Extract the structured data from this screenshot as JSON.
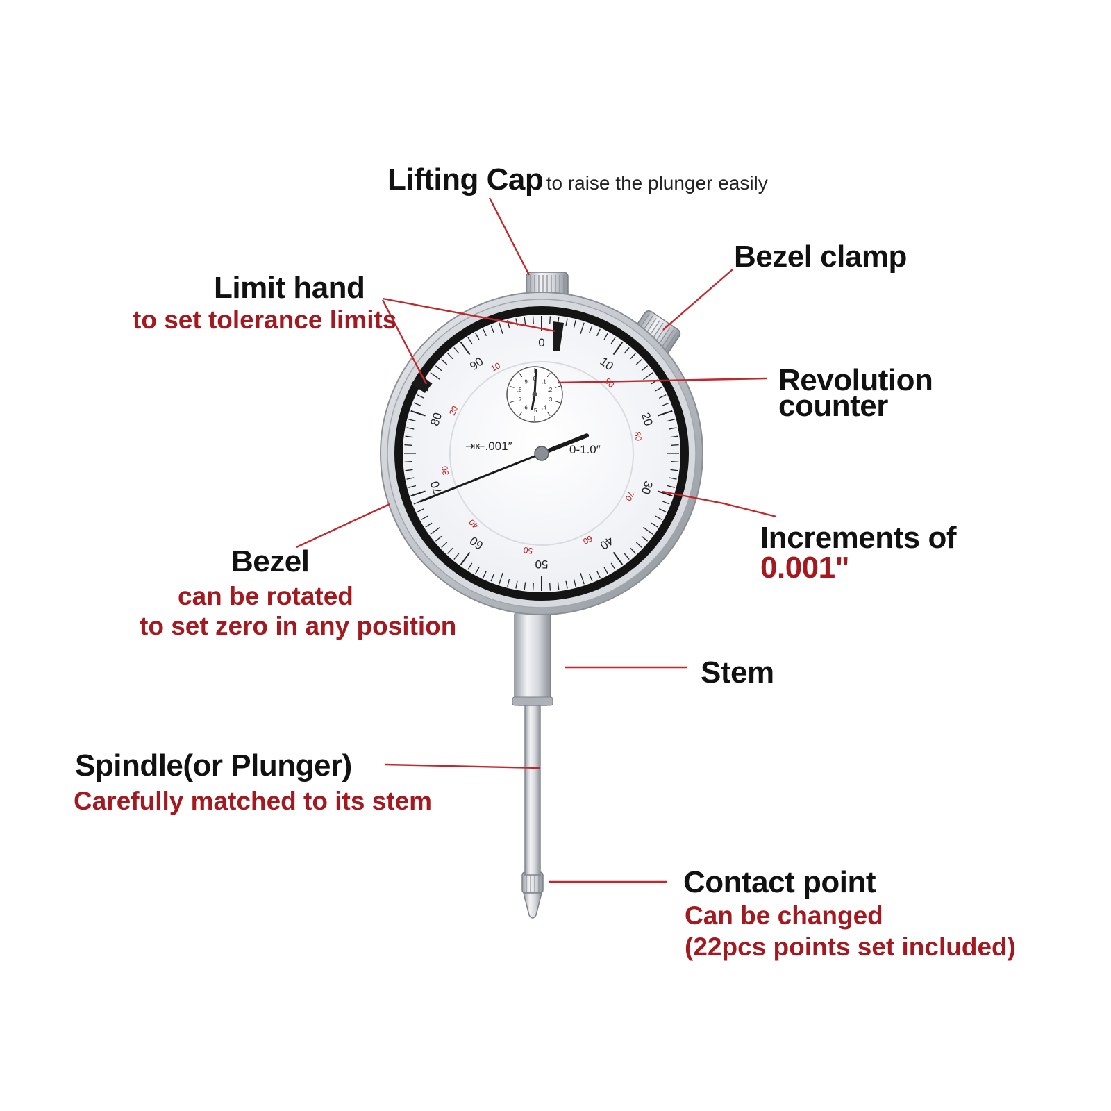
{
  "colors": {
    "label_primary": "#111111",
    "label_secondary": "#a3191f",
    "leader_line": "#c0282e",
    "dial_ring": "#141414",
    "dial_face": "#f7f8fb",
    "metal": "#c9ccd1",
    "scale_red": "#b22020"
  },
  "labels": {
    "lifting_cap": {
      "title": "Lifting Cap",
      "desc": "to raise the plunger easily"
    },
    "bezel_clamp": {
      "title": "Bezel clamp"
    },
    "limit_hand": {
      "title": "Limit hand",
      "desc": "to set tolerance limits"
    },
    "revolution_counter": {
      "line1": "Revolution",
      "line2": "counter"
    },
    "increments": {
      "line1": "Increments of",
      "line2": "0.001\""
    },
    "bezel": {
      "title": "Bezel",
      "desc1": "can be rotated",
      "desc2": "to set zero in any position"
    },
    "stem": {
      "title": "Stem"
    },
    "spindle": {
      "title": "Spindle(or Plunger)",
      "desc": "Carefully matched to its stem"
    },
    "contact_point": {
      "title": "Contact point",
      "desc1": "Can be changed",
      "desc2": "(22pcs points set included)"
    }
  },
  "dial": {
    "resolution": "⇥⇤.001″",
    "range": "0-1.0″",
    "outer_scale": [
      "0",
      "10",
      "20",
      "30",
      "40",
      "50",
      "60",
      "70",
      "80",
      "90"
    ],
    "inner_scale": [
      "10",
      "20",
      "30",
      "40",
      "50",
      "60",
      "70",
      "80",
      "90"
    ],
    "counter_scale": [
      "0",
      ".1",
      ".2",
      ".3",
      ".4",
      ".5",
      ".6",
      ".7",
      ".8",
      ".9"
    ],
    "hand_value": 69
  }
}
